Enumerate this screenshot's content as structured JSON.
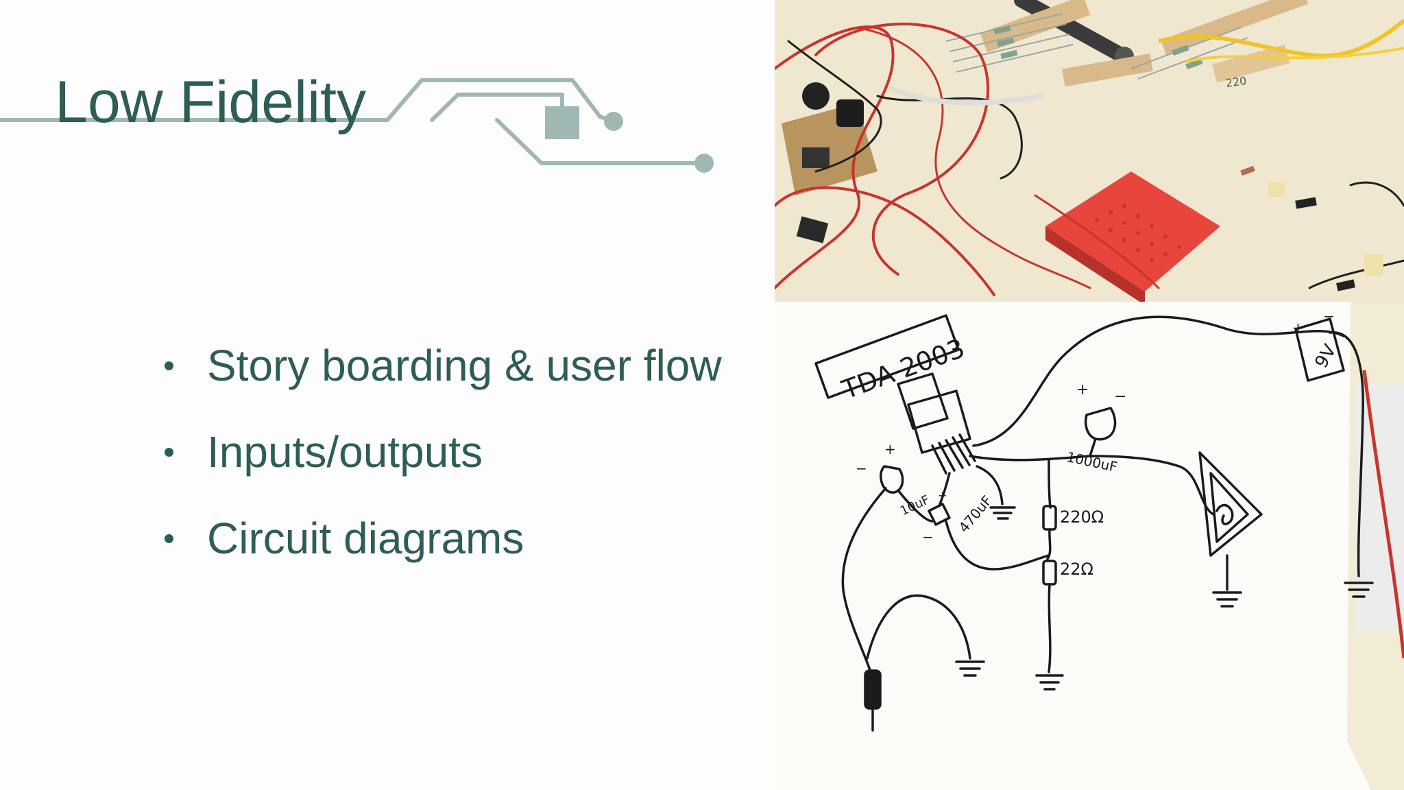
{
  "slide": {
    "title": "Low Fidelity",
    "bullets": [
      "Story boarding & user flow",
      "Inputs/outputs",
      "Circuit diagrams"
    ]
  },
  "photo": {
    "chip_label": "TDA 2003",
    "battery_label": "9V",
    "cap_1000": "1000uF",
    "cap_10": "10uF",
    "cap_470": "470uF",
    "res_220": "220Ω",
    "res_22": "22Ω",
    "resistor_tag": "220"
  },
  "colors": {
    "title_text": "#2e5d57",
    "circuit_line": "#9fb8b3",
    "breadboard": "#e8453d",
    "desk": "#f2ecd6",
    "paper": "#fbfbf7"
  }
}
